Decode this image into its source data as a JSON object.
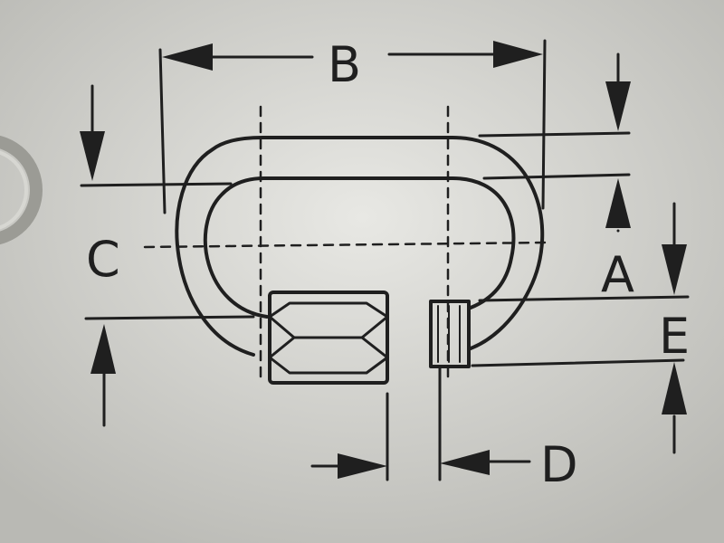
{
  "diagram": {
    "labels": {
      "A": "A",
      "B": "B",
      "C": "C",
      "D": "D",
      "E": "E"
    },
    "colors": {
      "background": "#c9c9c4",
      "ink": "#1f1f1f",
      "ring": "#a9a9a3"
    }
  }
}
